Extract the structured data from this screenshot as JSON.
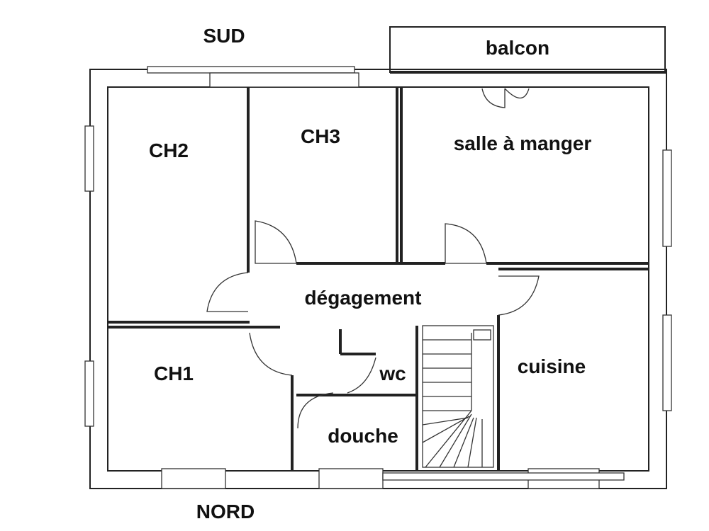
{
  "orientation": {
    "south": "SUD",
    "north": "NORD"
  },
  "rooms": {
    "balcony": "balcon",
    "bedroom2": "CH2",
    "bedroom3": "CH3",
    "dining_room": "salle à manger",
    "hallway": "dégagement",
    "bedroom1": "CH1",
    "toilet": "wc",
    "kitchen": "cuisine",
    "shower": "douche"
  }
}
